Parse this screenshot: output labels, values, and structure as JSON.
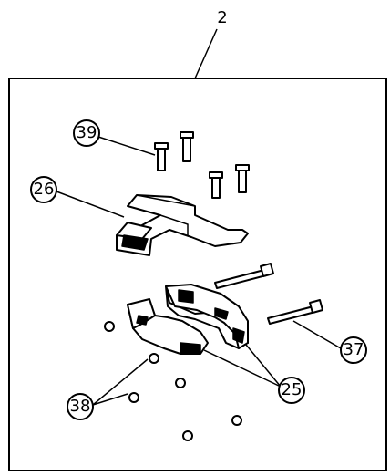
{
  "diagram": {
    "assembly_label": "2",
    "callouts": [
      {
        "id": "39",
        "label": "39"
      },
      {
        "id": "26",
        "label": "26"
      },
      {
        "id": "37",
        "label": "37"
      },
      {
        "id": "25",
        "label": "25"
      },
      {
        "id": "38",
        "label": "38"
      }
    ]
  }
}
